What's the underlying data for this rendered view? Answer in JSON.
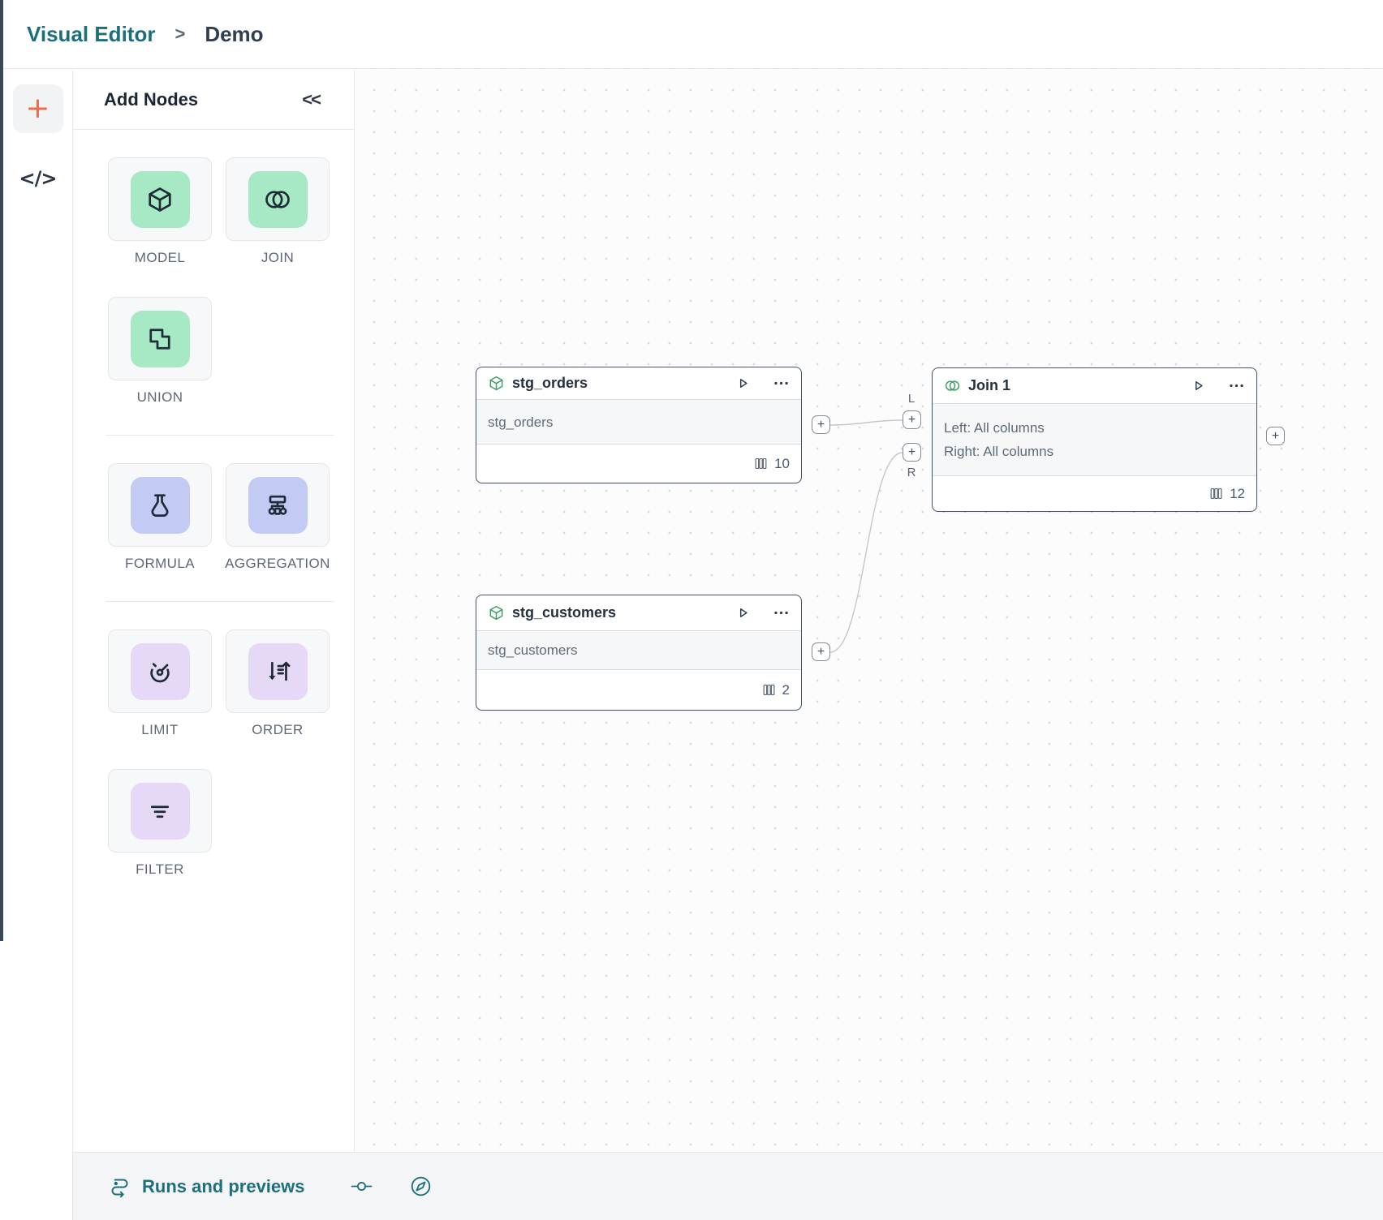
{
  "header": {
    "breadcrumb": [
      {
        "label": "Visual Editor"
      },
      {
        "label": "Demo"
      }
    ],
    "separator": ">"
  },
  "rail": {
    "add_button": "+",
    "code_button": "</>"
  },
  "palette": {
    "title": "Add Nodes",
    "collapse": "<<",
    "groups": [
      {
        "items": [
          {
            "label": "MODEL",
            "icon": "cube-icon"
          },
          {
            "label": "JOIN",
            "icon": "join-icon"
          },
          {
            "label": "UNION",
            "icon": "union-icon"
          }
        ]
      },
      {
        "items": [
          {
            "label": "FORMULA",
            "icon": "flask-icon"
          },
          {
            "label": "AGGREGATION",
            "icon": "aggregation-icon"
          }
        ]
      },
      {
        "items": [
          {
            "label": "LIMIT",
            "icon": "gauge-icon"
          },
          {
            "label": "ORDER",
            "icon": "sort-icon"
          },
          {
            "label": "FILTER",
            "icon": "filter-icon"
          }
        ]
      }
    ]
  },
  "canvas": {
    "port_plus": "+",
    "nodes": [
      {
        "title": "stg_orders",
        "icon": "cube-icon",
        "rows": [
          "stg_orders"
        ],
        "columns": "10"
      },
      {
        "title": "stg_customers",
        "icon": "cube-icon",
        "rows": [
          "stg_customers"
        ],
        "columns": "2"
      },
      {
        "title": "Join 1",
        "icon": "join-icon",
        "rows": [
          "Left: All columns",
          "Right: All columns"
        ],
        "columns": "12",
        "left_port": "L",
        "right_port": "R"
      }
    ]
  },
  "statusbar": {
    "runs_label": "Runs and previews"
  },
  "colors": {
    "teal": "#1d6f7e",
    "orange": "#ee6a4d",
    "mint": "#a6e9c4",
    "periwinkle": "#c3cbf4",
    "lavender": "#e6d9f8",
    "node_icon_green": "#3f9d68",
    "edge": "#c3c7ce"
  }
}
